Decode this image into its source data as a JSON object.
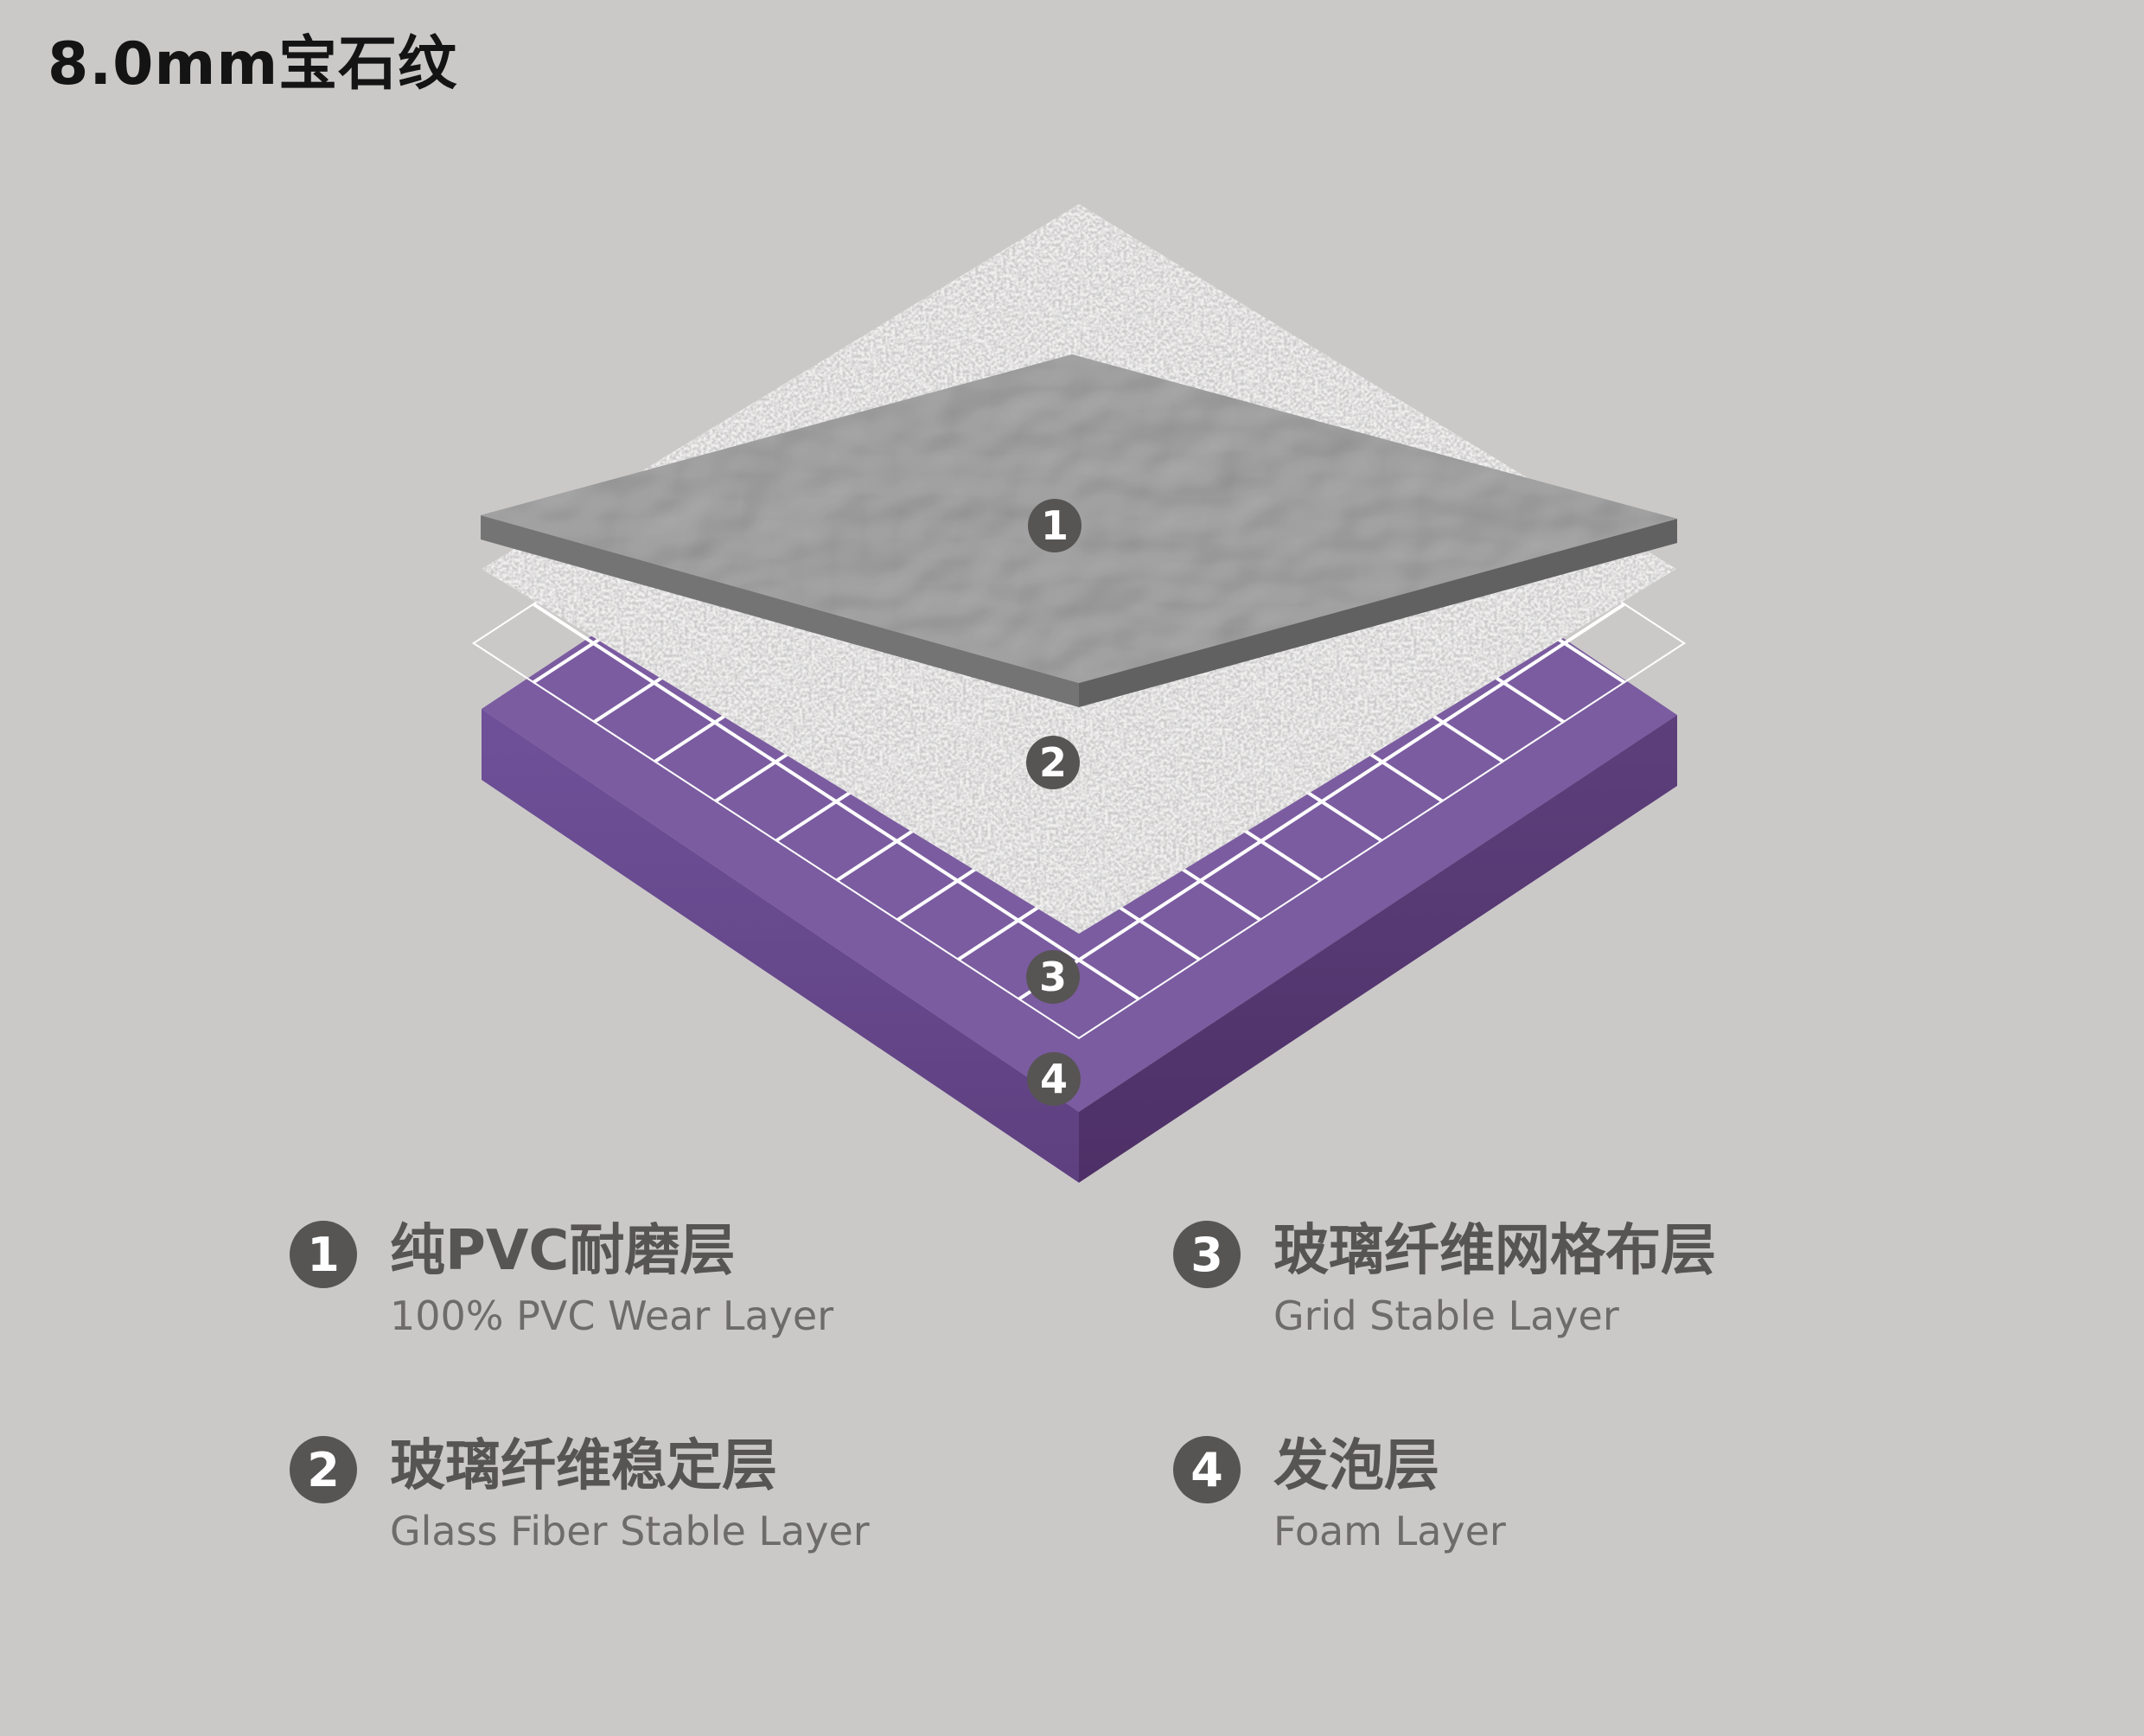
{
  "page": {
    "title": "8.0mm宝石纹",
    "background": "#cbc9c8"
  },
  "diagram": {
    "badges": [
      {
        "label": "1"
      },
      {
        "label": "2"
      },
      {
        "label": "3"
      },
      {
        "label": "4"
      }
    ],
    "layers": [
      {
        "id": "1",
        "name_zh": "纯PVC耐磨层",
        "name_en": "100% PVC Wear Layer",
        "color": "#8f8f8f"
      },
      {
        "id": "2",
        "name_zh": "玻璃纤维稳定层",
        "name_en": "Glass Fiber Stable Layer",
        "color": "#f1f0ef"
      },
      {
        "id": "3",
        "name_zh": "玻璃纤维网格布层",
        "name_en": "Grid Stable Layer",
        "color": "#ffffff"
      },
      {
        "id": "4",
        "name_zh": "发泡层",
        "name_en": "Foam Layer",
        "color": "#7b5ca0"
      }
    ]
  },
  "legend": {
    "items": [
      {
        "num": "1",
        "zh": "纯PVC耐磨层",
        "en": "100% PVC Wear Layer"
      },
      {
        "num": "2",
        "zh": "玻璃纤维稳定层",
        "en": "Glass Fiber Stable Layer"
      },
      {
        "num": "3",
        "zh": "玻璃纤维网格布层",
        "en": "Grid Stable Layer"
      },
      {
        "num": "4",
        "zh": "发泡层",
        "en": "Foam Layer"
      }
    ]
  },
  "colors": {
    "background": "#cbc9c8",
    "title_text": "#141414",
    "zh_text": "#575454",
    "en_text": "#6e6b6b",
    "badge_bg": "#575454",
    "badge_text": "#ffffff",
    "wear_layer_gray": "#8f8f8f",
    "wear_layer_side": "#676767",
    "stable_layer_white": "#f1f0ef",
    "grid_line_white": "#ffffff",
    "foam_purple_top": "#7b5ca0",
    "foam_purple_left": "#684a8c",
    "foam_purple_right": "#573970"
  }
}
